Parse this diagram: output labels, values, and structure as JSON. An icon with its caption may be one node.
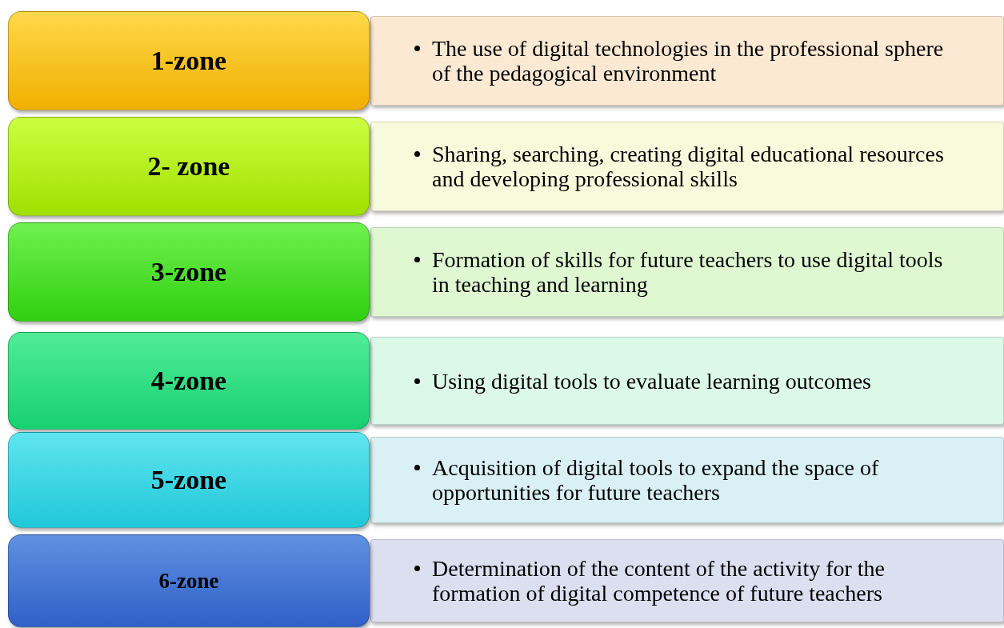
{
  "diagram": {
    "nodes": [
      {
        "text": [
          "1-zone"
        ]
      },
      {
        "text": [
          "The use of digital technologies in the professional sphere of the pedagogical environment"
        ]
      },
      {
        "text": [
          "2- zone"
        ]
      },
      {
        "text": [
          "Sharing, searching, creating digital educational resources and developing professional skills"
        ]
      },
      {
        "text": [
          "3-zone"
        ]
      },
      {
        "text": [
          "Formation of skills for future teachers to use digital tools in teaching and learning"
        ]
      },
      {
        "text": [
          "4-zone"
        ]
      },
      {
        "text": [
          "Using digital tools to evaluate learning outcomes"
        ]
      },
      {
        "text": [
          "5-zone"
        ]
      },
      {
        "text": [
          "Acquisition of digital tools to expand the space of opportunities for future teachers"
        ]
      },
      {
        "text": [
          "6-zone"
        ]
      },
      {
        "text": [
          "Determination of the content of the activity for the formation of digital competence of future teachers"
        ]
      }
    ]
  }
}
